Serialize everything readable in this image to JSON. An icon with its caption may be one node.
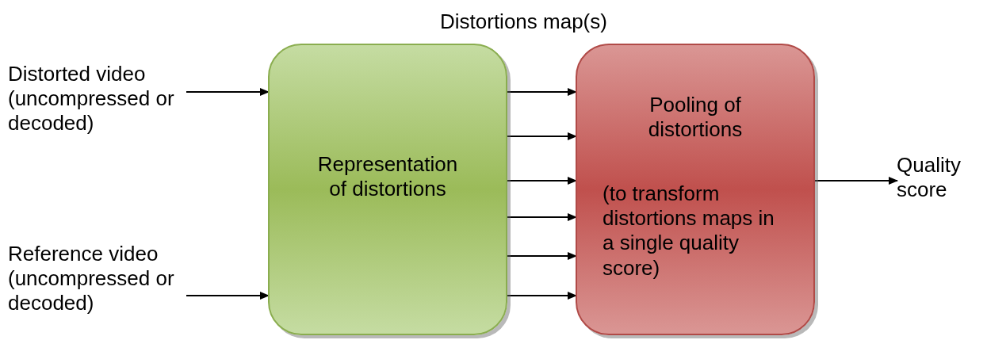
{
  "diagram": {
    "nodes": [
      {
        "text": [
          "Distorted video (uncompressed or decoded)"
        ]
      },
      {
        "text": [
          "Reference video (uncompressed or decoded)"
        ]
      },
      {
        "text": [
          "Representation of distortions"
        ]
      },
      {
        "text": [
          "Pooling of distortions",
          "(to transform distortions maps in a single quality score)"
        ]
      },
      {
        "text": [
          "Quality score"
        ]
      }
    ],
    "edges": [
      {
        "from": 0,
        "to": 2,
        "arrow": "to"
      },
      {
        "from": 1,
        "to": 2,
        "arrow": "to"
      },
      {
        "from": 2,
        "to": 3,
        "arrow": "to"
      },
      {
        "from": 2,
        "to": 3,
        "arrow": "to"
      },
      {
        "from": 2,
        "to": 3,
        "arrow": "to"
      },
      {
        "from": 2,
        "to": 3,
        "arrow": "to"
      },
      {
        "from": 2,
        "to": 3,
        "arrow": "to"
      },
      {
        "from": 2,
        "to": 3,
        "arrow": "to"
      },
      {
        "from": 3,
        "to": 4,
        "arrow": "to"
      }
    ],
    "labels": [
      "Distortions map(s)"
    ]
  }
}
